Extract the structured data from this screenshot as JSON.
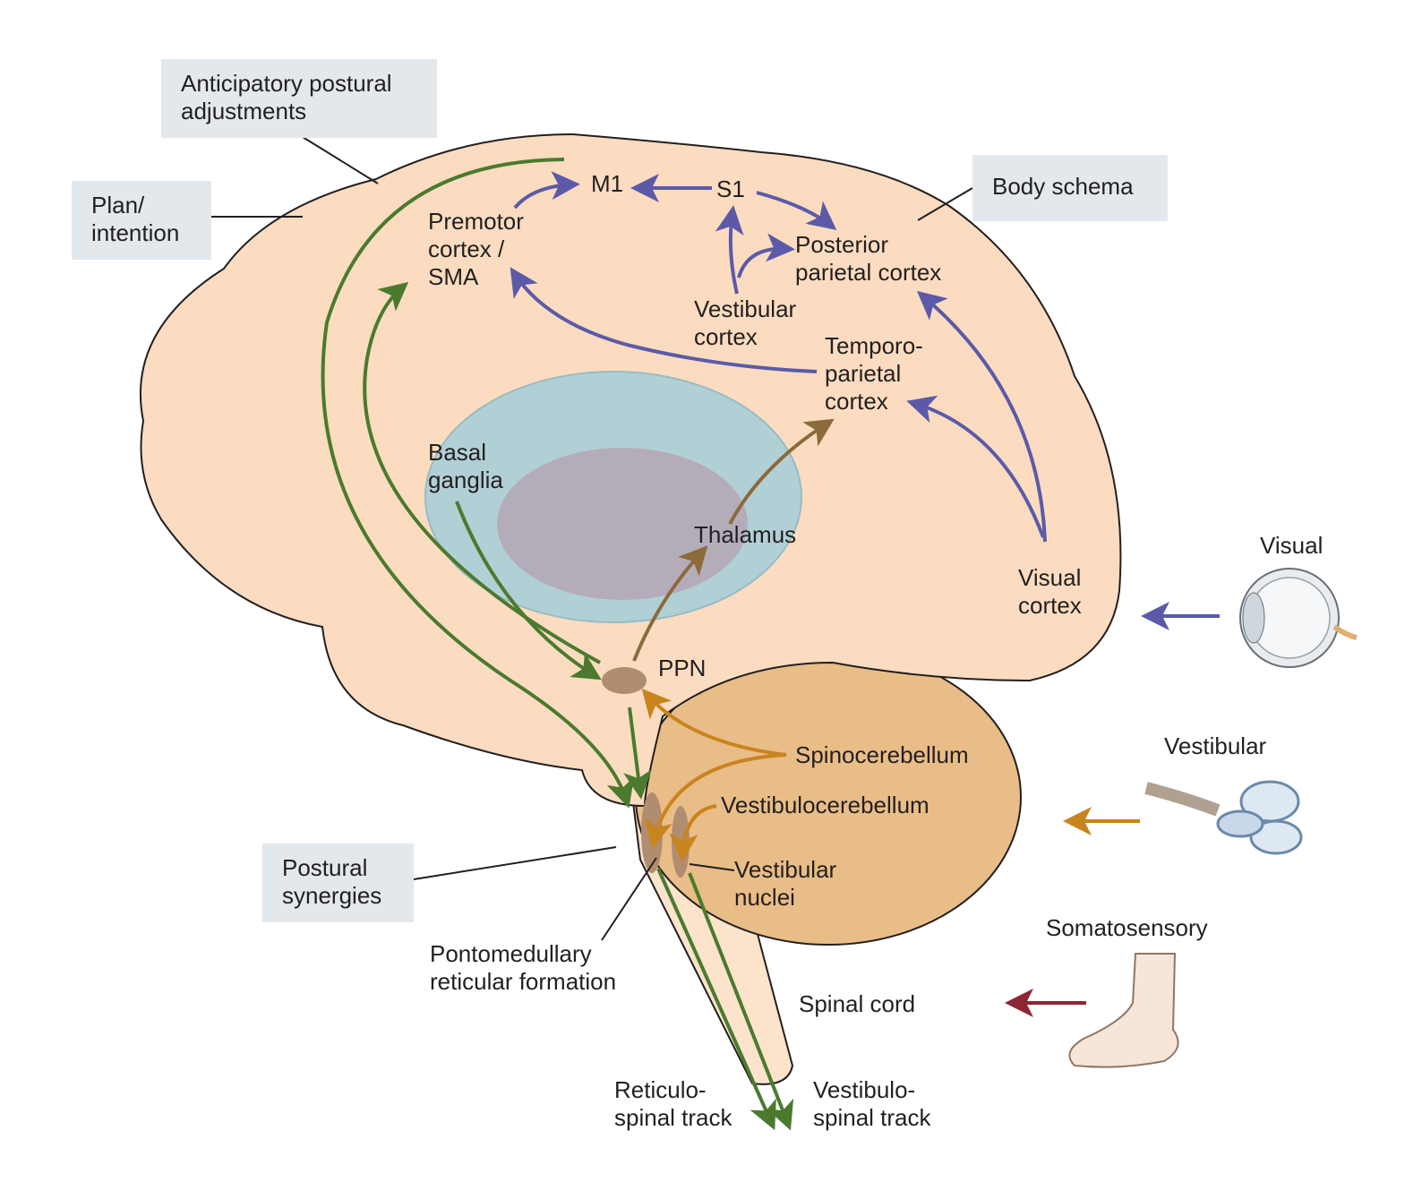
{
  "boxes": {
    "anticipatory": "Anticipatory postural\nadjustments",
    "plan": "Plan/\nintention",
    "body_schema": "Body schema",
    "postural_synergies": "Postural\nsynergies"
  },
  "labels": {
    "m1": "M1",
    "s1": "S1",
    "premotor": "Premotor\ncortex /\nSMA",
    "posterior_parietal": "Posterior\nparietal cortex",
    "vestibular_cortex": "Vestibular\ncortex",
    "temporoparietal": "Temporo-\nparietal\ncortex",
    "basal_ganglia": "Basal\nganglia",
    "thalamus": "Thalamus",
    "visual_cortex": "Visual\ncortex",
    "ppn": "PPN",
    "spinocerebellum": "Spinocerebellum",
    "vestibulocerebellum": "Vestibulocerebellum",
    "vestibular_nuclei": "Vestibular\nnuclei",
    "pontomedullary": "Pontomedullary\nreticular formation",
    "spinal_cord": "Spinal cord",
    "reticulospinal": "Reticulo-\nspinal track",
    "vestibulospinal": "Vestibulo-\nspinal track"
  },
  "inputs": {
    "visual": "Visual",
    "vestibular": "Vestibular",
    "somatosensory": "Somatosensory"
  },
  "colors": {
    "cortical_pathway": "#5c5aa8",
    "descending_pathway": "#4b7a2f",
    "vestibular_pathway": "#c8841e",
    "thalamic_pathway": "#8c6a3c",
    "somatosensory_pathway": "#8b2632",
    "brain_fill": "#fbdcc0",
    "cerebellum_fill": "#e9bd87",
    "limbic_fill": "#a9cfd8",
    "label_box": "#e3e8ec"
  },
  "icons": [
    "eye-icon",
    "inner-ear-icon",
    "foot-icon"
  ]
}
